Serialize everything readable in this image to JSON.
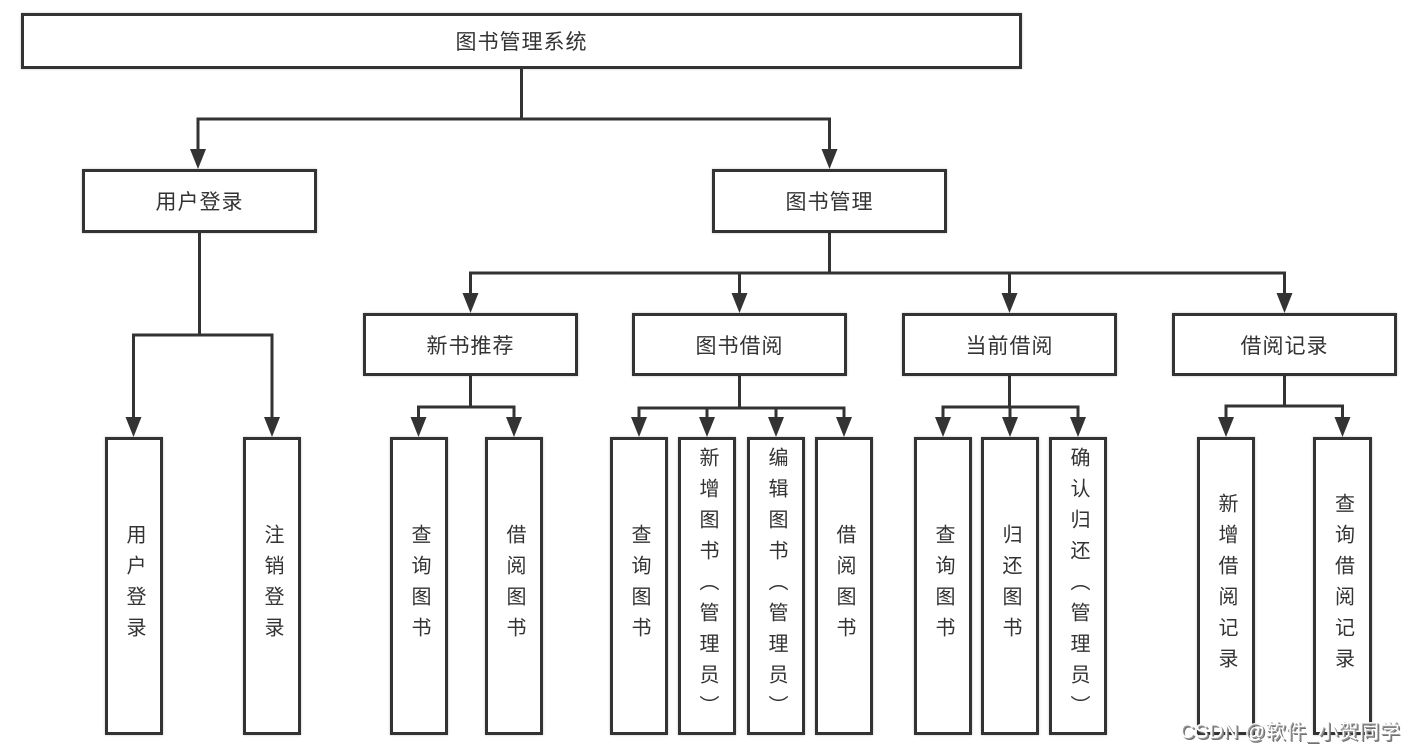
{
  "tree": {
    "root": {
      "label": "图书管理系统"
    },
    "branches": [
      {
        "label": "用户登录",
        "children": [
          {
            "label": "用户登录"
          },
          {
            "label": "注销登录"
          }
        ]
      },
      {
        "label": "图书管理",
        "children": [
          {
            "label": "新书推荐",
            "children": [
              {
                "label": "查询图书"
              },
              {
                "label": "借阅图书"
              }
            ]
          },
          {
            "label": "图书借阅",
            "children": [
              {
                "label": "查询图书"
              },
              {
                "label": "新增图书（管理员）"
              },
              {
                "label": "编辑图书（管理员）"
              },
              {
                "label": "借阅图书"
              }
            ]
          },
          {
            "label": "当前借阅",
            "children": [
              {
                "label": "查询图书"
              },
              {
                "label": "归还图书"
              },
              {
                "label": "确认归还（管理员）"
              }
            ]
          },
          {
            "label": "借阅记录",
            "children": [
              {
                "label": "新增借阅记录"
              },
              {
                "label": "查询借阅记录"
              }
            ]
          }
        ]
      }
    ]
  },
  "watermark": {
    "text": "CSDN @软件_小贺同学"
  },
  "colors": {
    "line": "#333333",
    "box_border": "#333333",
    "box_background": "#ffffff",
    "text": "#333333",
    "watermark_fill": "#fdfdfd",
    "watermark_shadow": "#6f6f6f"
  }
}
